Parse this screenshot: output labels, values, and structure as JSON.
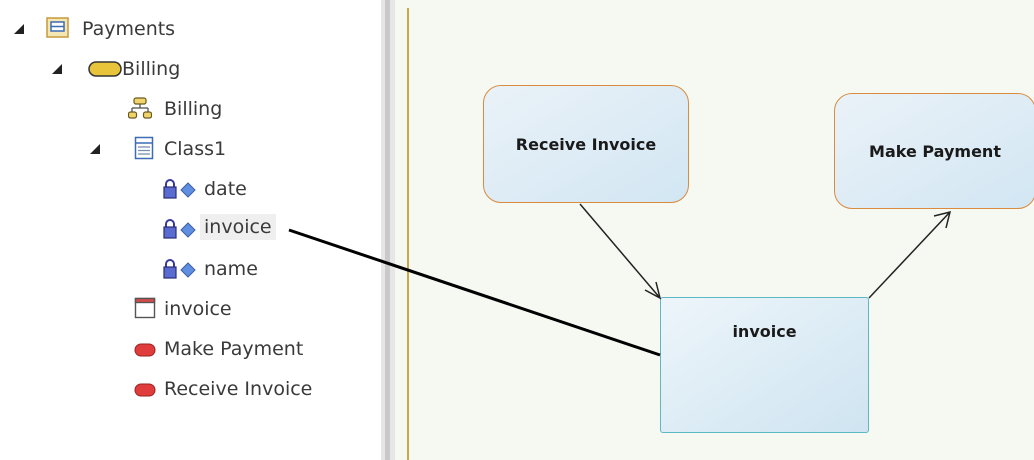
{
  "browser": {
    "items": [
      {
        "label": "Payments",
        "icon": "package-icon"
      },
      {
        "label": "Billing",
        "icon": "activity-icon"
      },
      {
        "label": "Billing",
        "icon": "activity-diagram-icon"
      },
      {
        "label": "Class1",
        "icon": "class-icon"
      },
      {
        "label": "date",
        "icon": "attribute-icon"
      },
      {
        "label": "invoice",
        "icon": "attribute-icon",
        "selected": true
      },
      {
        "label": "name",
        "icon": "attribute-icon"
      },
      {
        "label": "invoice",
        "icon": "object-icon"
      },
      {
        "label": "Make Payment",
        "icon": "action-icon"
      },
      {
        "label": "Receive Invoice",
        "icon": "action-icon"
      }
    ]
  },
  "diagram": {
    "nodes": {
      "receive_invoice": "Receive Invoice",
      "make_payment": "Make Payment",
      "invoice": "invoice"
    }
  },
  "colors": {
    "activity_border": "#d98b3e",
    "object_border": "#5cb8c2",
    "diagram_background": "#f5f9f2",
    "action_icon": "#e03c3c",
    "activity_icon": "#e8c43a"
  }
}
